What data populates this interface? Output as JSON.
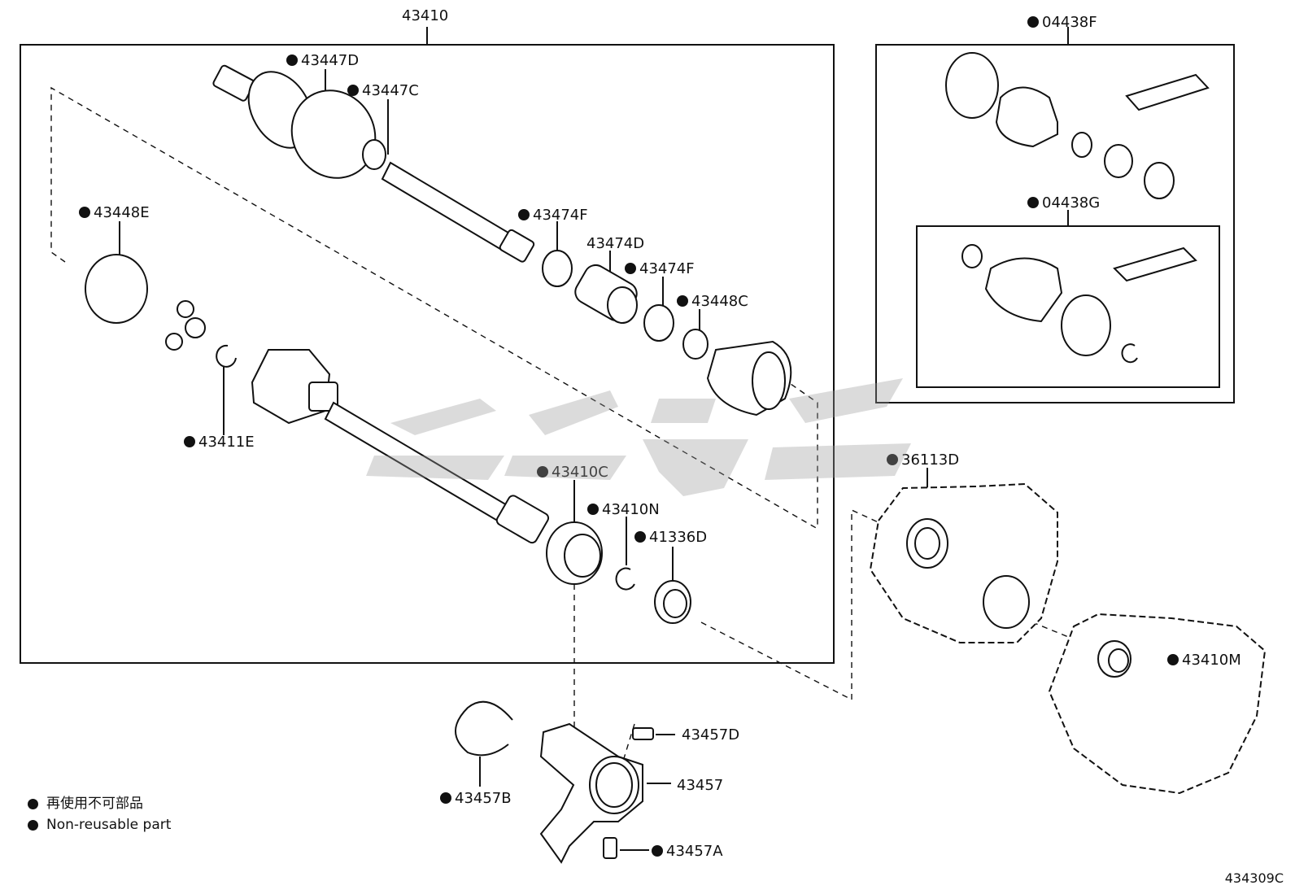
{
  "labels": [
    {
      "id": "lbl-43410",
      "text": "43410",
      "dot": false
    },
    {
      "id": "lbl-43447D",
      "text": "43447D",
      "dot": true
    },
    {
      "id": "lbl-43447C",
      "text": "43447C",
      "dot": true
    },
    {
      "id": "lbl-43448E",
      "text": "43448E",
      "dot": true
    },
    {
      "id": "lbl-43474F-a",
      "text": "43474F",
      "dot": true
    },
    {
      "id": "lbl-43474D",
      "text": "43474D",
      "dot": false
    },
    {
      "id": "lbl-43474F-b",
      "text": "43474F",
      "dot": true
    },
    {
      "id": "lbl-43448C",
      "text": "43448C",
      "dot": true
    },
    {
      "id": "lbl-43411E",
      "text": "43411E",
      "dot": true
    },
    {
      "id": "lbl-43410C",
      "text": "43410C",
      "dot": true
    },
    {
      "id": "lbl-43410N",
      "text": "43410N",
      "dot": true
    },
    {
      "id": "lbl-41336D",
      "text": "41336D",
      "dot": true
    },
    {
      "id": "lbl-04438F",
      "text": "04438F",
      "dot": true
    },
    {
      "id": "lbl-04438G",
      "text": "04438G",
      "dot": true
    },
    {
      "id": "lbl-36113D",
      "text": "36113D",
      "dot": true
    },
    {
      "id": "lbl-43410M",
      "text": "43410M",
      "dot": true
    },
    {
      "id": "lbl-43457D",
      "text": "43457D",
      "dot": false
    },
    {
      "id": "lbl-43457",
      "text": "43457",
      "dot": false
    },
    {
      "id": "lbl-43457B",
      "text": "43457B",
      "dot": true
    },
    {
      "id": "lbl-43457A",
      "text": "43457A",
      "dot": true
    }
  ],
  "legend": {
    "line1": "再使用不可部品",
    "line2": "Non-reusable part"
  },
  "diagram_code": "434309C",
  "colors": {
    "ink": "#111111",
    "watermark": "#9a9a9a"
  }
}
